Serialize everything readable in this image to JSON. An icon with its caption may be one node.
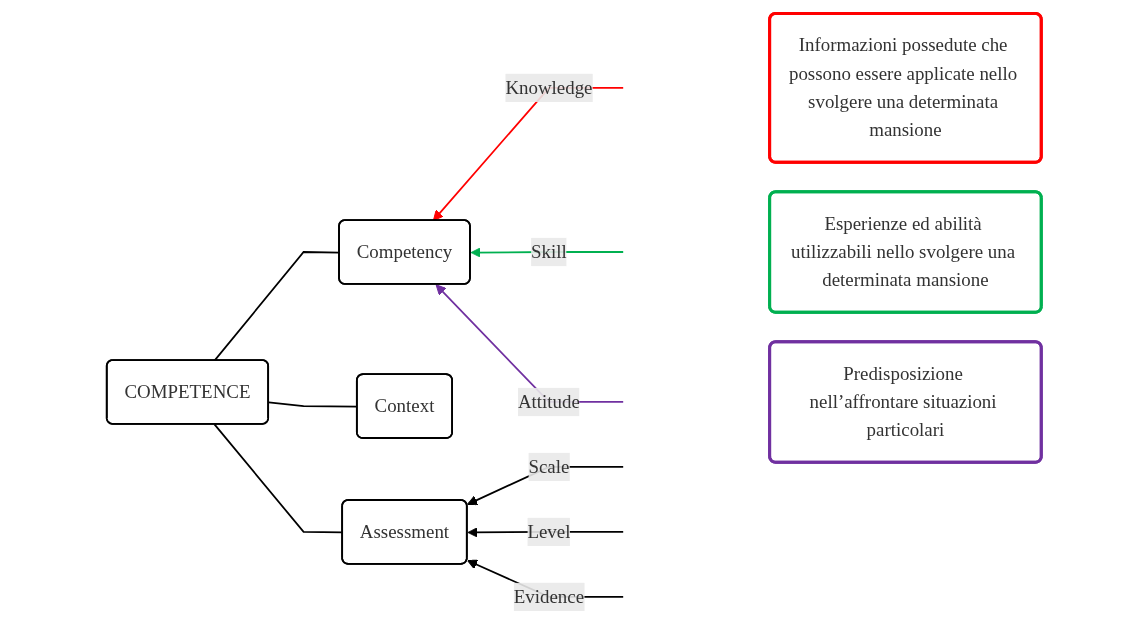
{
  "diagram": {
    "nodes": [
      {
        "text": [
          "COMPETENCE"
        ]
      },
      {
        "text": [
          "Competency"
        ]
      },
      {
        "text": [
          "Context"
        ]
      },
      {
        "text": [
          "Assessment"
        ]
      },
      {
        "text": [
          "Informazioni possedute che possono essere applicate nello svolgere una determinata mansione"
        ]
      },
      {
        "text": [
          "Esperienze ed abilità utilizzabili nello svolgere una determinata mansione"
        ]
      },
      {
        "text": [
          "Predisposizione nell’affrontare situazioni particolari"
        ]
      }
    ],
    "edges": [
      {
        "from": 0,
        "to": 1,
        "arrow": "none"
      },
      {
        "from": 0,
        "to": 2,
        "arrow": "none"
      },
      {
        "from": 0,
        "to": 3,
        "arrow": "none"
      },
      {
        "from": null,
        "to": 1,
        "arrow": "to",
        "label": "Knowledge",
        "color": "#ff0000"
      },
      {
        "from": null,
        "to": 1,
        "arrow": "to",
        "label": "Skill",
        "color": "#00b050"
      },
      {
        "from": null,
        "to": 1,
        "arrow": "to",
        "label": "Attitude",
        "color": "#7030a0"
      },
      {
        "from": null,
        "to": 3,
        "arrow": "to",
        "label": "Scale"
      },
      {
        "from": null,
        "to": 3,
        "arrow": "to",
        "label": "Level"
      },
      {
        "from": null,
        "to": 3,
        "arrow": "to",
        "label": "Evidence"
      }
    ]
  }
}
